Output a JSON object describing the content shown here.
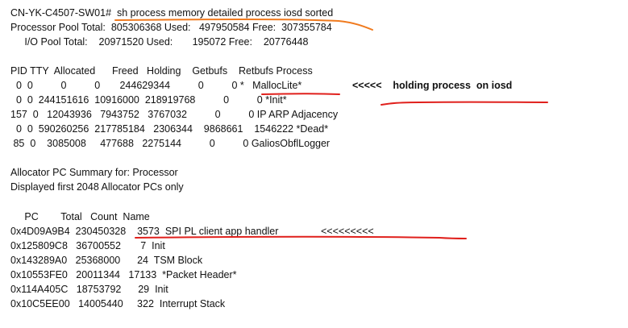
{
  "prompt": "CN-YK-C4507-SW01#",
  "command": "sh process memory detailed process iosd sorted",
  "pool_lines": [
    "Processor Pool Total:  805306368 Used:   497950584 Free:  307355784",
    "     I/O Pool Total:    20971520 Used:       195072 Free:    20776448"
  ],
  "process_table": {
    "header": "PID TTY  Allocated      Freed   Holding    Getbufs    Retbufs Process",
    "rows": [
      "  0  0          0          0       244629344          0          0 *   MallocLite*",
      "  0  0  244151616  10916000  218919768          0          0 *Init*",
      "157  0   12043936   7943752   3767032          0          0 IP ARP Adjacency",
      "  0  0  590260256  217785184   2306344    9868661    1546222 *Dead*",
      " 85  0    3085008     477688   2275144          0          0 GaliosObflLogger"
    ]
  },
  "note_holding": "<<<<<    holding process  on iosd",
  "alloc_summary_title": "Allocator PC Summary for: Processor",
  "alloc_summary_subtitle": "Displayed first 2048 Allocator PCs only",
  "alloc_table": {
    "header": "     PC        Total   Count  Name",
    "rows": [
      "0x4D09A9B4  230450328    3573  SPI PL client app handler",
      "0x125809C8   36700552       7  Init",
      "0x143289A0   25368000      24  TSM Block",
      "0x10553FE0   20011344   17133  *Packet Header*",
      "0x114A405C   18753792      29  Init",
      "0x10C5EE00   14005440     322  Interrupt Stack"
    ]
  },
  "note_arrow": "<<<<<<<<<",
  "colors": {
    "text": "#111111",
    "orange_mark": "#f07a1e",
    "red_mark": "#e0201c",
    "background": "#ffffff"
  }
}
